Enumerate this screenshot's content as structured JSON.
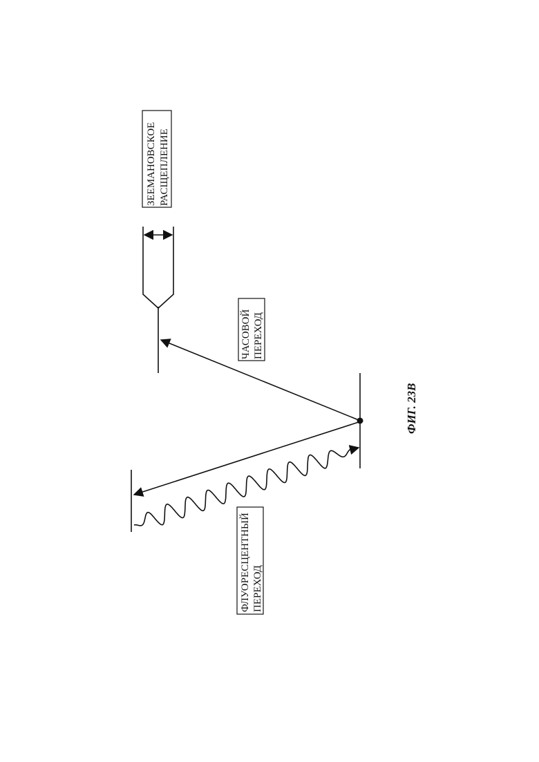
{
  "labels": {
    "zeeman": [
      "ЗЕЕМАНОВСКОЕ",
      "РАСЩЕПЛЕНИЕ"
    ],
    "clock": [
      "ЧАСОВОЙ",
      "ПЕРЕХОД"
    ],
    "fluorescent": [
      "ФЛУОРЕСЦЕНТНЫЙ",
      "ПЕРЕХОД"
    ]
  },
  "figure_caption": "ФИГ. 23B"
}
